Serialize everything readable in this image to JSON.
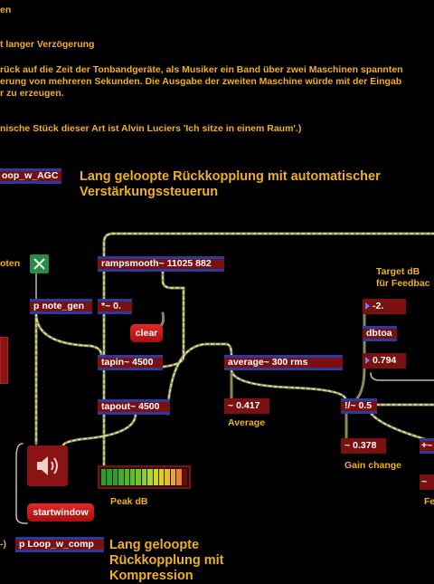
{
  "intro": {
    "line1": "en",
    "line2": "t langer Verzögerung",
    "line3": "rück auf die Zeit der Tonbandgeräte, als Musiker ein Band über zwei Maschinen spannten",
    "line4": "erung von mehreren Sekunden. Die Ausgabe der zweiten Maschine würde mit der Eingab",
    "line5": "r zu erzeugen.",
    "line6": "nische Stück dieser Art ist Alvin Luciers 'Ich sitze in einem Raum'.)"
  },
  "patcher_agc": {
    "object_label": "oop_w_AGC",
    "heading_line1": "Lang geloopte Rückkopplung mit automatischer",
    "heading_line2": "Verstärkungssteuerun"
  },
  "patcher_comp": {
    "prefix": "-)",
    "object_label": "p Loop_w_comp",
    "heading_line1": "Lang geloopte",
    "heading_line2": "Rückkopplung  mit",
    "heading_line3": "Kompression"
  },
  "labels": {
    "noten": "oten",
    "target_db_1": "Target dB",
    "target_db_2": "für Feedbac",
    "average": "Average",
    "peak_db": "Peak dB",
    "gain_change": "Gain change",
    "fe": "Fe"
  },
  "objects": {
    "rampsmooth": "rampsmooth~ 11025 882",
    "note_gen": "p note_gen",
    "mult": "*~ 0.",
    "tapin": "tapin~ 4500",
    "tapout": "tapout~ 4500",
    "average": "average~ 300 rms",
    "dbtoa": "dbtoa",
    "rdiv": "!/~ 0.5",
    "right_edge": "+~"
  },
  "number_boxes": {
    "target_db": "-2.",
    "amp": "0.794"
  },
  "signal_numbers": {
    "average": "0.417",
    "gain": "0.378",
    "right": ""
  },
  "buttons": {
    "clear": "clear",
    "startwindow": "startwindow"
  },
  "icons": {
    "toggle": "x-toggle-icon",
    "speaker": "speaker-icon",
    "tilde": "~"
  },
  "meter_level": 0.92,
  "colors": {
    "text": "#f0b020",
    "object_bg": "#7a1010",
    "object_border": "#2a3aa0",
    "cord": "#d8d890"
  }
}
